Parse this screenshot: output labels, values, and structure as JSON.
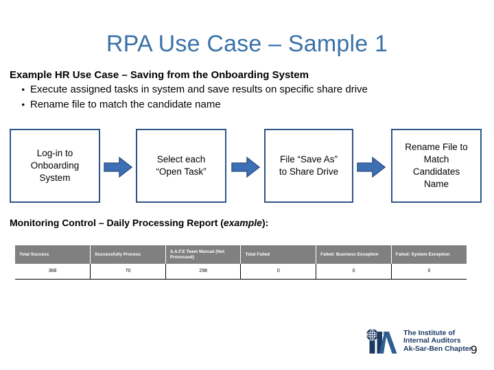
{
  "slide": {
    "title": "RPA Use Case – Sample 1",
    "page_number": "9",
    "title_color": "#3a72a8"
  },
  "body": {
    "lead": "Example HR Use Case – Saving from the Onboarding System",
    "bullet_marker": "•",
    "bullets": [
      "Execute assigned tasks in system and save results on specific share drive",
      "Rename file to match the candidate name"
    ]
  },
  "flow": {
    "arrow_color": "#3d6fb4",
    "arrow_outline": "#2e5487",
    "box_border_color": "#2e5487",
    "steps": [
      {
        "label": "Log-in to\nOnboarding\nSystem"
      },
      {
        "label": "Select each\n“Open Task”"
      },
      {
        "label": "File “Save As”\nto Share Drive"
      },
      {
        "label": "Rename File to\nMatch\nCandidates\nName"
      }
    ],
    "arrows": [
      {
        "name": "arrow-1"
      },
      {
        "name": "arrow-2"
      },
      {
        "name": "arrow-3"
      }
    ]
  },
  "monitoring": {
    "prefix": "Monitoring Control – Daily Processing Report (",
    "emphasis": "example",
    "suffix": "):"
  },
  "report": {
    "header_bg": "#808080",
    "columns": [
      "Total Success",
      "Successfully Process",
      "S.A.F.E Team Manual (Not Processed)",
      "Total Failed",
      "Failed: Business Exception",
      "Failed: System Exception"
    ],
    "rows": [
      [
        "368",
        "70",
        "298",
        "0",
        "0",
        "0"
      ]
    ]
  },
  "footer": {
    "logo_name": "iia-logo",
    "logo_color": "#1b3a63",
    "line1": "The Institute of",
    "line2": "Internal Auditors",
    "line3": "Ak-Sar-Ben Chapter"
  }
}
